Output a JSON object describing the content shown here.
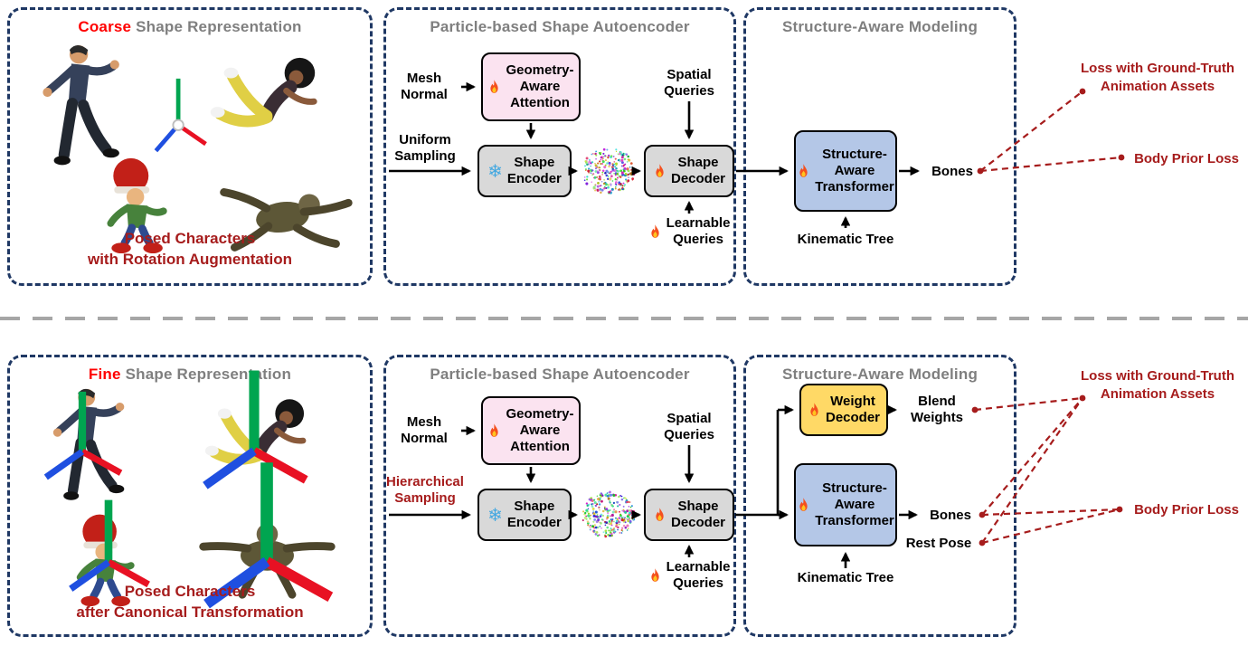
{
  "colors": {
    "highlight_red": "#ff0000",
    "dark_red": "#a61c1c",
    "panel_title_gray": "#7f7f7f",
    "panel_border_navy": "#1f3864",
    "attention_box_pink": "#fbe3f0",
    "encoder_box_gray": "#d9d9d9",
    "transformer_box_blue": "#b4c7e7",
    "weight_decoder_yellow": "#ffd966",
    "snowflake_blue": "#44a8e0"
  },
  "icons": {
    "trainable": "fire-icon",
    "frozen": "snowflake-icon",
    "snowflake_glyph": "❄"
  },
  "top": {
    "representation": {
      "title_em": "Coarse",
      "title_rest": "Shape Representation",
      "caption": "Posed Characters\nwith Rotation Augmentation"
    },
    "autoencoder": {
      "title": "Particle-based Shape Autoencoder",
      "mesh_normal": "Mesh\nNormal",
      "sampling": "Uniform\nSampling",
      "geometry_attention": "Geometry-\nAware\nAttention",
      "shape_encoder": "Shape\nEncoder",
      "spatial_queries": "Spatial\nQueries",
      "shape_decoder": "Shape\nDecoder",
      "learnable_queries": "Learnable\nQueries"
    },
    "structure": {
      "title": "Structure-Aware Modeling",
      "transformer": "Structure-\nAware\nTransformer",
      "kinematic_tree": "Kinematic Tree",
      "bones": "Bones"
    },
    "losses": {
      "ground_truth": "Loss with Ground-Truth\nAnimation Assets",
      "body_prior": "Body Prior Loss"
    }
  },
  "bottom": {
    "representation": {
      "title_em": "Fine",
      "title_rest": "Shape Representation",
      "caption": "Posed Characters\nafter Canonical Transformation"
    },
    "autoencoder": {
      "title": "Particle-based Shape Autoencoder",
      "mesh_normal": "Mesh\nNormal",
      "sampling": "Hierarchical\nSampling",
      "geometry_attention": "Geometry-\nAware\nAttention",
      "shape_encoder": "Shape\nEncoder",
      "spatial_queries": "Spatial\nQueries",
      "shape_decoder": "Shape\nDecoder",
      "learnable_queries": "Learnable\nQueries"
    },
    "structure": {
      "title": "Structure-Aware Modeling",
      "weight_decoder": "Weight\nDecoder",
      "blend_weights": "Blend\nWeights",
      "transformer": "Structure-\nAware\nTransformer",
      "kinematic_tree": "Kinematic Tree",
      "bones": "Bones",
      "rest_pose": "Rest Pose"
    },
    "losses": {
      "ground_truth": "Loss with Ground-Truth\nAnimation Assets",
      "body_prior": "Body Prior Loss"
    }
  }
}
